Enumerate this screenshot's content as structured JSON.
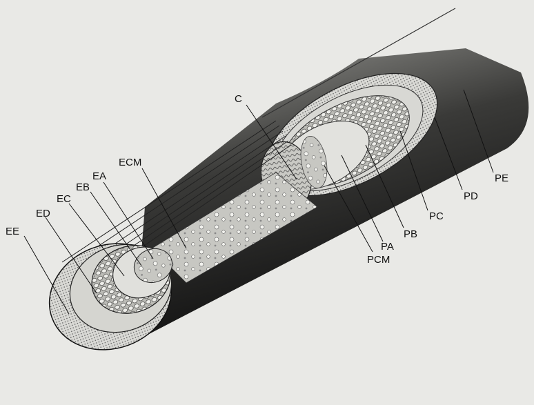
{
  "labels": {
    "c": "C",
    "ecm": "ECM",
    "ea": "EA",
    "eb": "EB",
    "ec": "EC",
    "ed": "ED",
    "ee": "EE",
    "pe": "PE",
    "pd": "PD",
    "pc": "PC",
    "pb": "PB",
    "pa": "PA",
    "pcm": "PCM"
  }
}
